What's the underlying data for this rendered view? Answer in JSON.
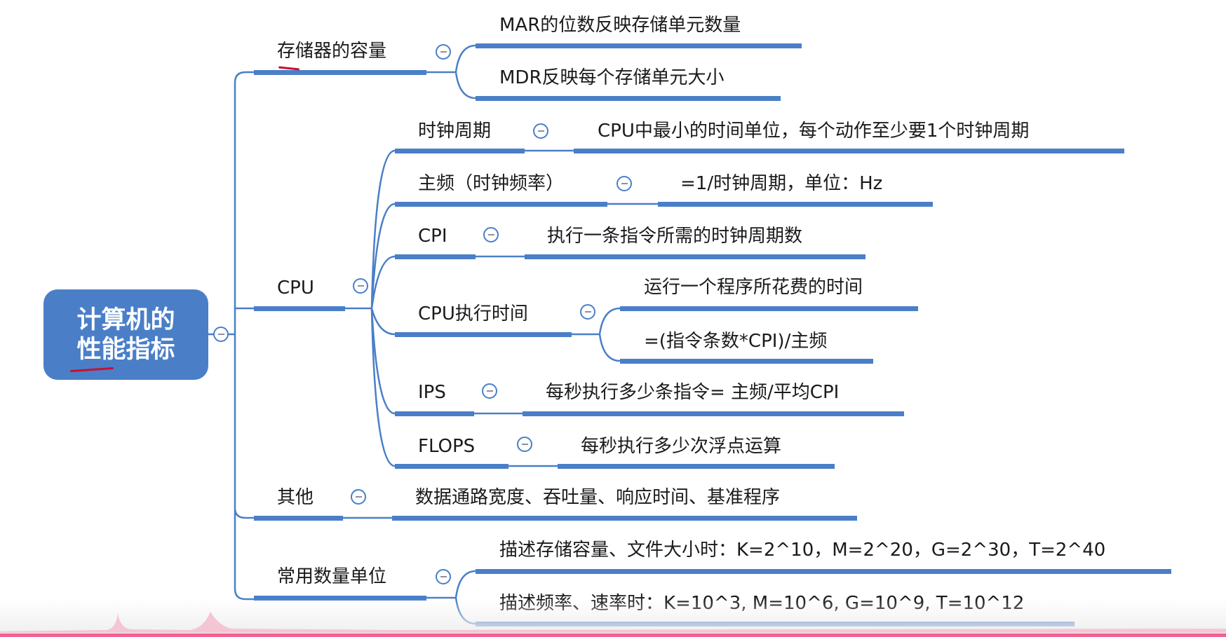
{
  "root": {
    "line1": "计算机的",
    "line2": "性能指标"
  },
  "branches": {
    "memory": {
      "label": "存储器的容量",
      "children": [
        "MAR的位数反映存储单元数量",
        "MDR反映每个存储单元大小"
      ]
    },
    "cpu": {
      "label": "CPU",
      "children": {
        "clock_cycle": {
          "label": "时钟周期",
          "desc": "CPU中最小的时间单位，每个动作至少要1个时钟周期"
        },
        "frequency": {
          "label": "主频（时钟频率）",
          "desc": "=1/时钟周期，单位：Hz"
        },
        "cpi": {
          "label": "CPI",
          "desc": "执行一条指令所需的时钟周期数"
        },
        "exec_time": {
          "label": "CPU执行时间",
          "desc1": "运行一个程序所花费的时间",
          "desc2": "=(指令条数*CPI)/主频"
        },
        "ips": {
          "label": "IPS",
          "desc": "每秒执行多少条指令= 主频/平均CPI"
        },
        "flops": {
          "label": "FLOPS",
          "desc": "每秒执行多少次浮点运算"
        }
      }
    },
    "other": {
      "label": "其他",
      "desc": "数据通路宽度、吞吐量、响应时间、基准程序"
    },
    "units": {
      "label": "常用数量单位",
      "children": [
        "描述存储容量、文件大小时：K=2^10，M=2^20，G=2^30，T=2^40",
        "描述频率、速率时：K=10^3, M=10^6, G=10^9, T=10^12"
      ]
    }
  },
  "colors": {
    "accent": "#4a7fc8",
    "annotation": "#c8102e",
    "progress": "#f06292"
  }
}
